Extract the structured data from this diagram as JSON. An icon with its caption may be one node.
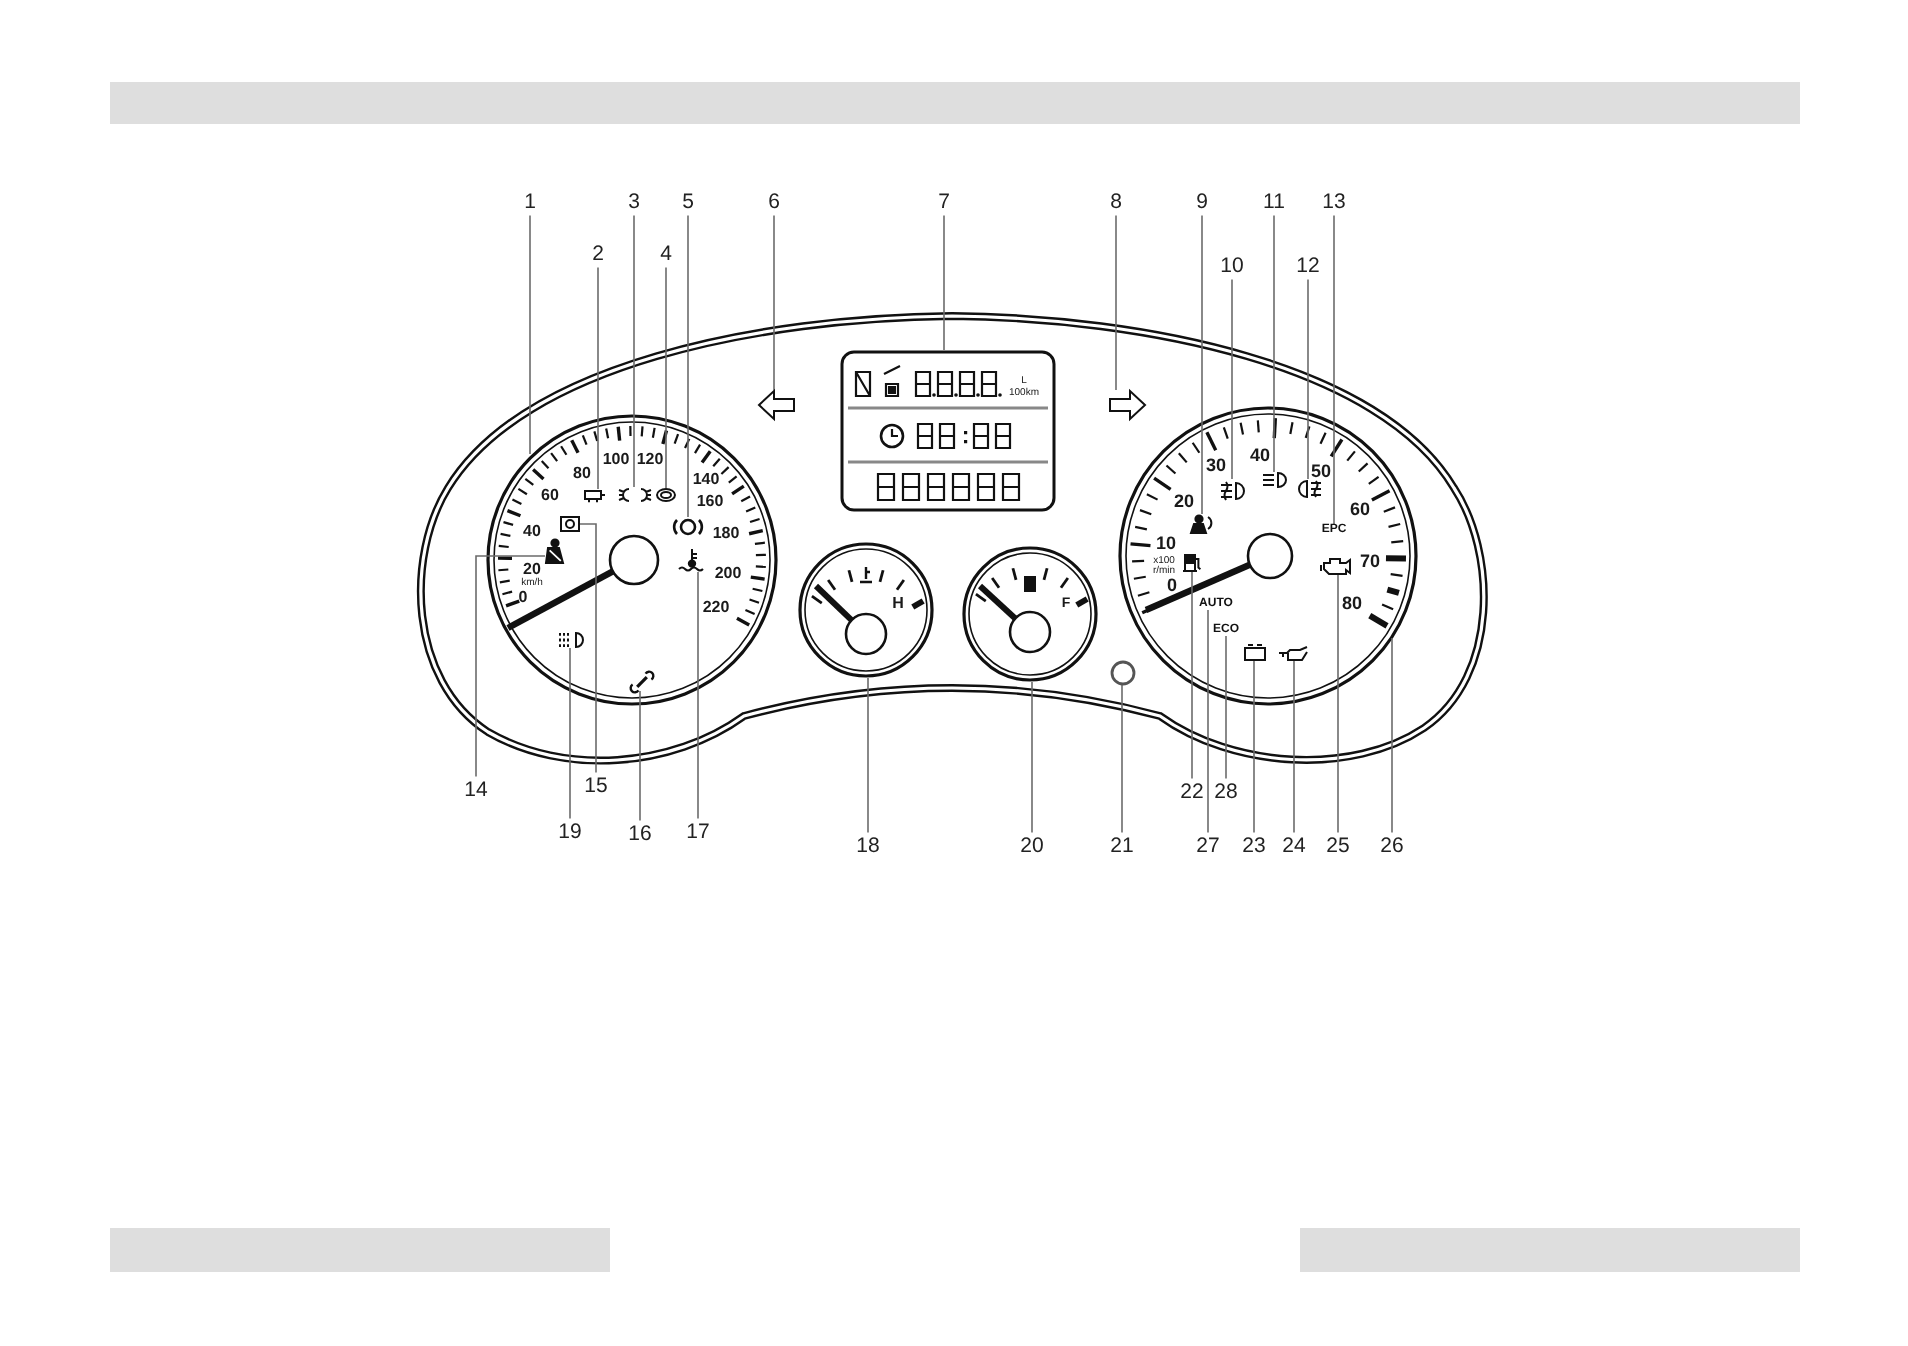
{
  "diagram": {
    "nodes": [
      {
        "text": [
          "1"
        ]
      },
      {
        "text": [
          "2"
        ]
      },
      {
        "text": [
          "3"
        ]
      },
      {
        "text": [
          "4"
        ]
      },
      {
        "text": [
          "5"
        ]
      },
      {
        "text": [
          "6"
        ]
      },
      {
        "text": [
          "7"
        ]
      },
      {
        "text": [
          "8"
        ]
      },
      {
        "text": [
          "9"
        ]
      },
      {
        "text": [
          "10"
        ]
      },
      {
        "text": [
          "11"
        ]
      },
      {
        "text": [
          "12"
        ]
      },
      {
        "text": [
          "13"
        ]
      },
      {
        "text": [
          "14"
        ]
      },
      {
        "text": [
          "15"
        ]
      },
      {
        "text": [
          "16"
        ]
      },
      {
        "text": [
          "17"
        ]
      },
      {
        "text": [
          "18"
        ]
      },
      {
        "text": [
          "19"
        ]
      },
      {
        "text": [
          "20"
        ]
      },
      {
        "text": [
          "21"
        ]
      },
      {
        "text": [
          "22"
        ]
      },
      {
        "text": [
          "23"
        ]
      },
      {
        "text": [
          "24"
        ]
      },
      {
        "text": [
          "25"
        ]
      },
      {
        "text": [
          "26"
        ]
      },
      {
        "text": [
          "27"
        ]
      },
      {
        "text": [
          "28"
        ]
      },
      {
        "text": [],
        "shape": "picture"
      },
      {
        "text": [],
        "shape": "picture"
      },
      {
        "text": [],
        "shape": "picture"
      },
      {
        "text": [],
        "shape": "picture"
      },
      {
        "text": [],
        "shape": "arrow"
      },
      {
        "text": [],
        "shape": "arrow"
      },
      {
        "text": [],
        "shape": "picture"
      },
      {
        "text": [],
        "shape": "picture"
      },
      {
        "text": [],
        "shape": "picture"
      },
      {
        "text": [],
        "shape": "picture"
      },
      {
        "text": [
          "EPC"
        ]
      },
      {
        "text": [],
        "shape": "picture"
      },
      {
        "text": [],
        "shape": "picture"
      },
      {
        "text": [],
        "shape": "picture"
      },
      {
        "text": [],
        "shape": "picture"
      },
      {
        "text": [],
        "shape": "picture"
      },
      {
        "text": [],
        "shape": "circle"
      },
      {
        "text": [],
        "shape": "picture"
      },
      {
        "text": [],
        "shape": "picture"
      },
      {
        "text": [],
        "shape": "picture"
      },
      {
        "text": [],
        "shape": "picture"
      },
      {
        "text": [
          "AUTO"
        ]
      },
      {
        "text": [
          "ECO"
        ]
      }
    ],
    "edges": [
      {
        "from": 0,
        "to": null,
        "arrow": "none"
      },
      {
        "from": 1,
        "to": 28,
        "arrow": "none"
      },
      {
        "from": 2,
        "to": 29,
        "arrow": "none"
      },
      {
        "from": 3,
        "to": 30,
        "arrow": "none"
      },
      {
        "from": 4,
        "to": 31,
        "arrow": "none"
      },
      {
        "from": 5,
        "to": 32,
        "arrow": "none"
      },
      {
        "from": 6,
        "to": null,
        "arrow": "none"
      },
      {
        "from": 7,
        "to": 33,
        "arrow": "none"
      },
      {
        "from": 8,
        "to": 34,
        "arrow": "none"
      },
      {
        "from": 9,
        "to": 35,
        "arrow": "none"
      },
      {
        "from": 10,
        "to": 36,
        "arrow": "none"
      },
      {
        "from": 11,
        "to": 37,
        "arrow": "none"
      },
      {
        "from": 12,
        "to": 38,
        "arrow": "none"
      },
      {
        "from": 13,
        "to": 39,
        "arrow": "none"
      },
      {
        "from": 14,
        "to": 40,
        "arrow": "none"
      },
      {
        "from": 15,
        "to": 41,
        "arrow": "none"
      },
      {
        "from": 16,
        "to": 42,
        "arrow": "none"
      },
      {
        "from": 17,
        "to": null,
        "arrow": "none"
      },
      {
        "from": 18,
        "to": 43,
        "arrow": "none"
      },
      {
        "from": 19,
        "to": null,
        "arrow": "none"
      },
      {
        "from": 20,
        "to": 44,
        "arrow": "none"
      },
      {
        "from": 21,
        "to": 45,
        "arrow": "none"
      },
      {
        "from": 22,
        "to": 46,
        "arrow": "none"
      },
      {
        "from": 23,
        "to": 47,
        "arrow": "none"
      },
      {
        "from": 24,
        "to": 48,
        "arrow": "none"
      },
      {
        "from": 25,
        "to": null,
        "arrow": "none"
      },
      {
        "from": 26,
        "to": 49,
        "arrow": "none"
      },
      {
        "from": 27,
        "to": 50,
        "arrow": "none"
      }
    ],
    "labels": [
      "0",
      "20",
      "40",
      "60",
      "80",
      "100",
      "120",
      "140",
      "160",
      "180",
      "200",
      "220",
      "km/h",
      "L",
      "100km",
      "H",
      "F",
      "0",
      "10",
      "20",
      "30",
      "40",
      "50",
      "60",
      "70",
      "80",
      "x100",
      "r/min"
    ]
  }
}
